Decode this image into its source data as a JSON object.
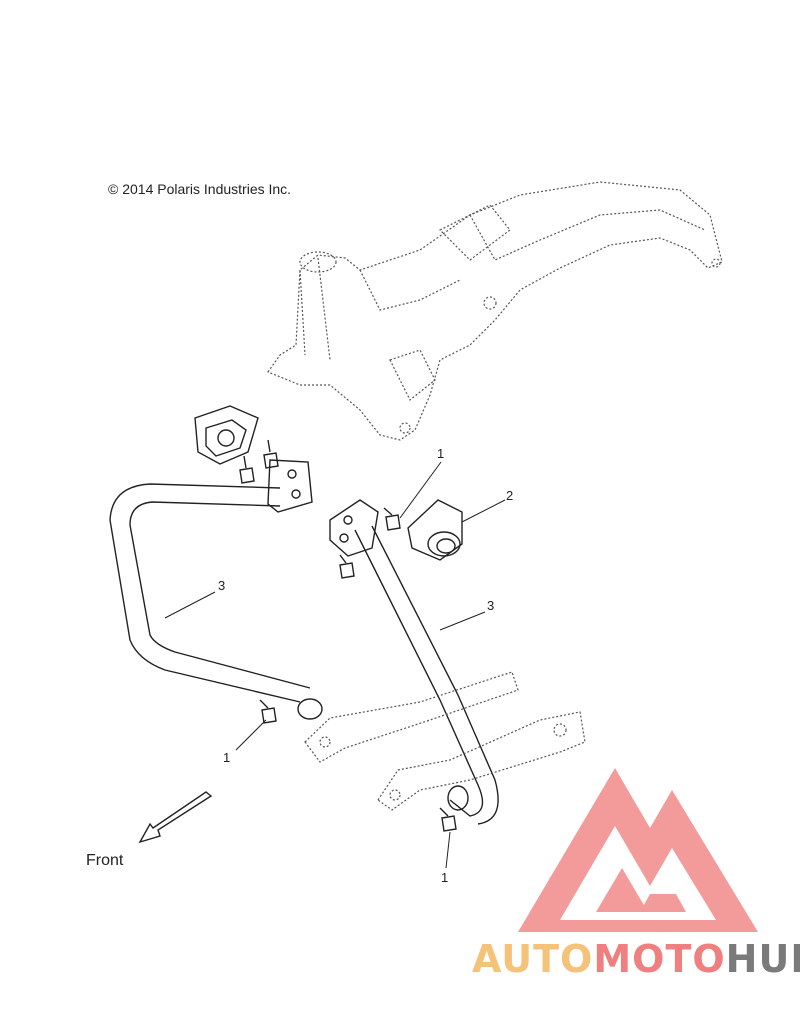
{
  "copyright": "© 2014 Polaris Industries Inc.",
  "direction_label": "Front",
  "callouts": [
    "1",
    "2",
    "3",
    "3",
    "1",
    "1"
  ],
  "watermark": {
    "part1": "AUTO",
    "part2": "MOTO",
    "part3": "HUB",
    "colors": {
      "auto": "#f5c27a",
      "moto": "#f07f7f",
      "hub": "#7a7a7a",
      "logo": "#f28a8a"
    }
  },
  "icons": [
    "arrow-front-icon",
    "automotohub-logo-icon"
  ]
}
